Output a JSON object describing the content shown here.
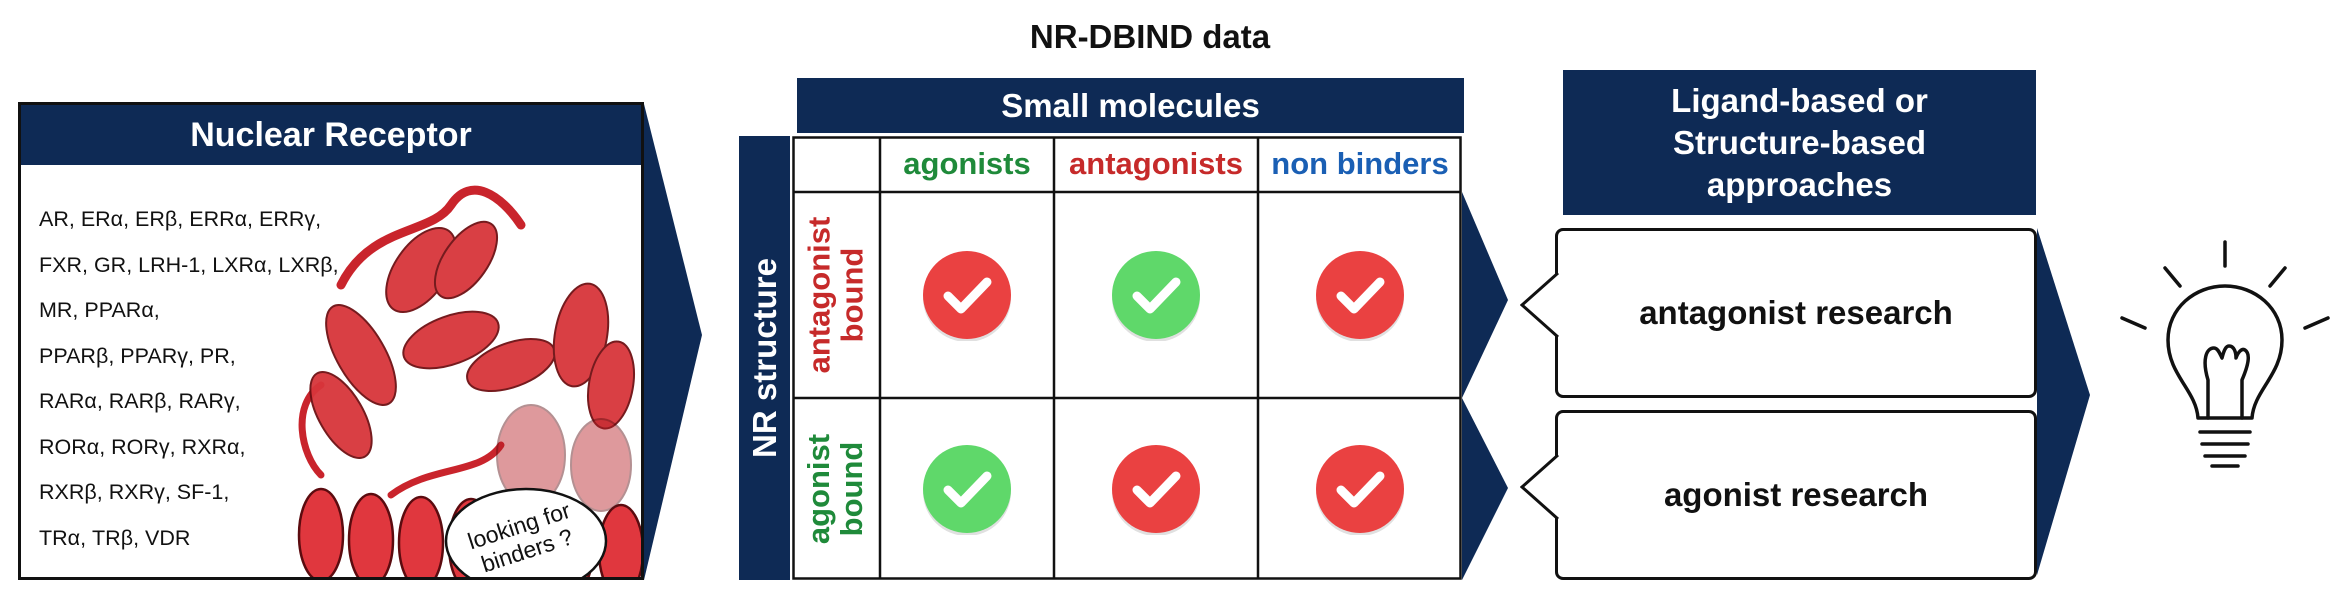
{
  "title": "NR-DBIND data",
  "nuclear_receptor": {
    "header": "Nuclear Receptor",
    "receptors": [
      "AR, ERα, ERβ, ERRα, ERRγ,",
      "FXR, GR, LRH-1, LXRα, LXRβ,",
      "MR, PPARα,",
      "PPARβ, PPARγ, PR,",
      "RARα, RARβ, RARγ,",
      "RORα, RORγ, RXRα,",
      "RXRβ, RXRγ, SF-1,",
      "TRα, TRβ, VDR"
    ],
    "bubble_line1": "looking for",
    "bubble_line2": "binders ?"
  },
  "table": {
    "column_group": "Small molecules",
    "row_group": "NR structure",
    "columns": [
      {
        "label": "agonists",
        "color": "#1f8a3a"
      },
      {
        "label": "antagonists",
        "color": "#c62a2a"
      },
      {
        "label": "non binders",
        "color": "#1a5fb4"
      }
    ],
    "rows": [
      {
        "line1": "antagonist",
        "line2": "bound",
        "color": "#c62a2a",
        "cells": [
          "red",
          "green",
          "red"
        ]
      },
      {
        "line1": "agonist",
        "line2": "bound",
        "color": "#1f8a3a",
        "cells": [
          "green",
          "red",
          "red"
        ]
      }
    ],
    "check_colors": {
      "red": "#ea4141",
      "green": "#5fd86a"
    }
  },
  "approaches": {
    "header_line1": "Ligand-based or",
    "header_line2": "Structure-based",
    "header_line3": "approaches",
    "antagonist_research": "antagonist research",
    "agonist_research": "agonist research"
  },
  "colors": {
    "navy": "#0e2a55",
    "protein": "#c9242c"
  }
}
